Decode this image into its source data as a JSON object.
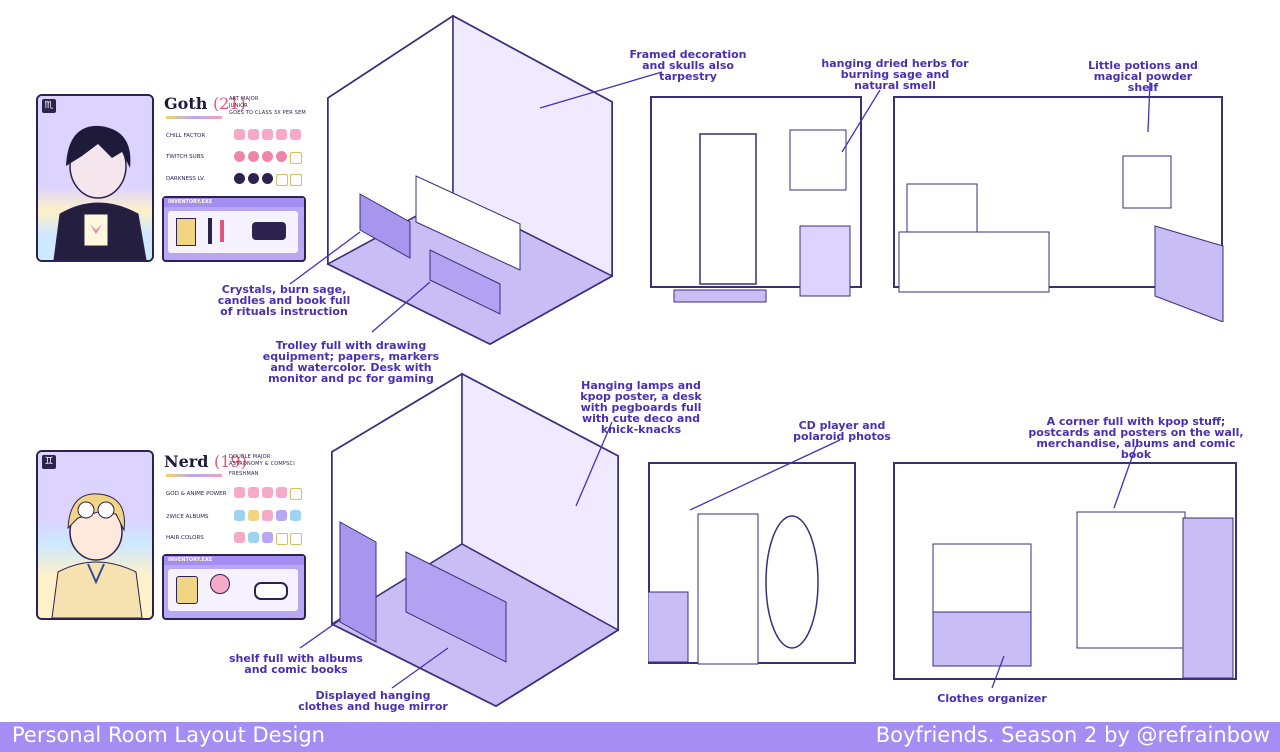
{
  "characters": {
    "goth": {
      "sign": "♏",
      "name": "Goth",
      "age": "(21)",
      "info": [
        "ART MAJOR",
        "JUNIOR",
        "GOES TO CLASS 3X PER SEM"
      ],
      "stats": [
        {
          "label": "CHILL FACTOR"
        },
        {
          "label": "TWITCH SUBS"
        },
        {
          "label": "DARKNESS LV."
        }
      ],
      "inventory_title": "INVENTORY.EXE"
    },
    "nerd": {
      "sign": "♊",
      "name": "Nerd",
      "age": "(19)",
      "info": [
        "DOUBLE MAJOR:",
        "ASTRONOMY & COMPSCI",
        "FRESHMAN"
      ],
      "stats": [
        {
          "label": "GOD & ANIME POWER"
        },
        {
          "label": "2WICE ALBUMS"
        },
        {
          "label": "HAIR COLORS"
        }
      ],
      "inventory_title": "INVENTORY.EXE"
    }
  },
  "annotations": {
    "framed": "Framed decoration and skulls also tarpestry",
    "herbs": "hanging dried herbs for burning sage and natural smell",
    "potions": "Little potions and magical powder shelf",
    "crystals": "Crystals, burn sage, candles and book full of rituals instruction",
    "trolley": "Trolley full with drawing equipment; papers, markers and watercolor. Desk with monitor and pc for gaming",
    "lamps": "Hanging lamps and kpop poster, a desk with pegboards full with cute deco and knick-knacks",
    "cd": "CD player and polaroid photos",
    "corner": "A corner full with kpop stuff; postcards and posters on the wall, merchandise, albums and comic book",
    "shelf": "shelf full with albums and comic books",
    "clothes": "Displayed hanging clothes and huge mirror",
    "organizer": "Clothes organizer"
  },
  "footer": {
    "left": "Personal Room Layout Design",
    "right": "Boyfriends. Season 2 by @refrainbow"
  },
  "colors": {
    "accent": "#a48ef3",
    "room_fill": "#c9bdf5",
    "line": "#3b2f7a",
    "note_text": "#4b2fb3"
  }
}
